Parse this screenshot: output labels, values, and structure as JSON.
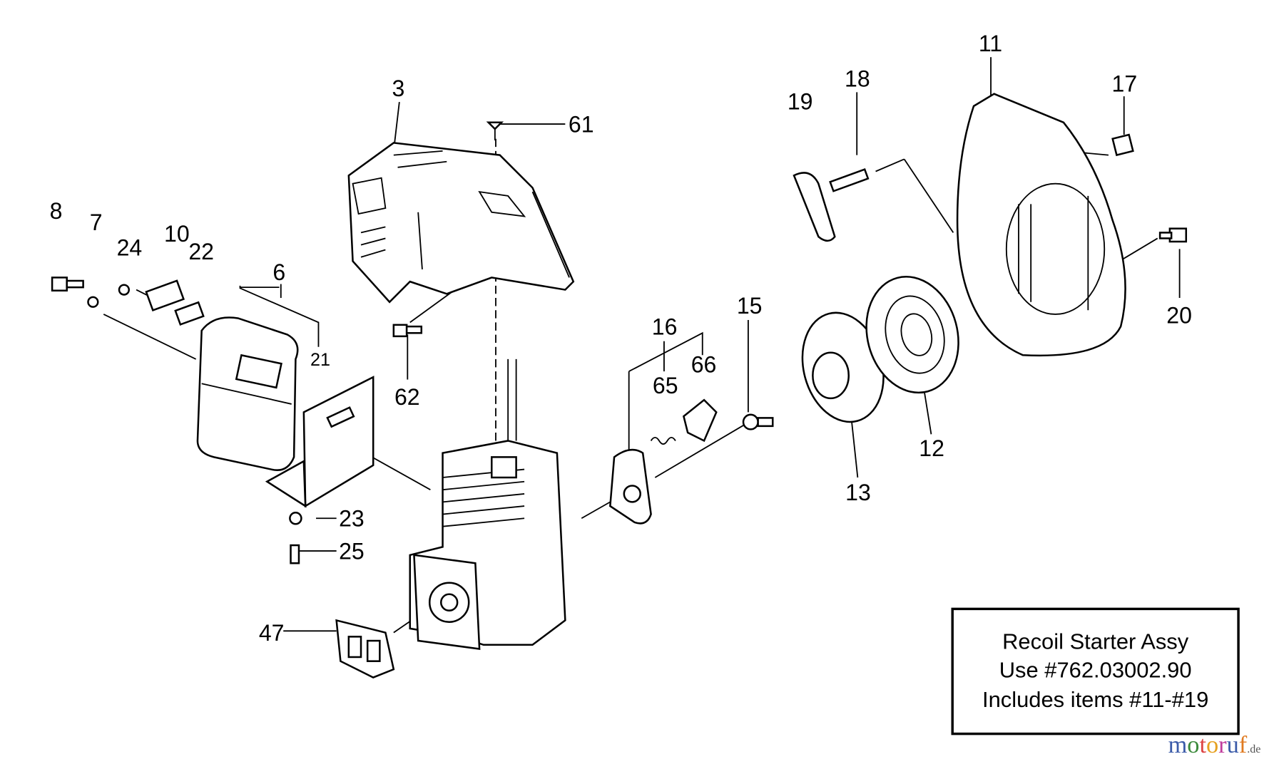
{
  "labels": {
    "p3": "3",
    "p61": "61",
    "p8": "8",
    "p7": "7",
    "p24": "24",
    "p10": "10",
    "p22": "22",
    "p6": "6",
    "p21": "21",
    "p62": "62",
    "p23": "23",
    "p25": "25",
    "p47": "47",
    "p16": "16",
    "p65": "65",
    "p66": "66",
    "p15": "15",
    "p13": "13",
    "p12": "12",
    "p19": "19",
    "p18": "18",
    "p11": "11",
    "p17": "17",
    "p20": "20"
  },
  "note_box": {
    "line1": "Recoil Starter Assy",
    "line2": "Use #762.03002.90",
    "line3": "Includes items #11-#19"
  },
  "watermark": {
    "m1": "m",
    "o1": "o",
    "t": "t",
    "o2": "o",
    "r": "r",
    "u": "u",
    "f": "f",
    "tld": ".de"
  },
  "colors": {
    "ink": "#000000",
    "background": "#ffffff"
  }
}
